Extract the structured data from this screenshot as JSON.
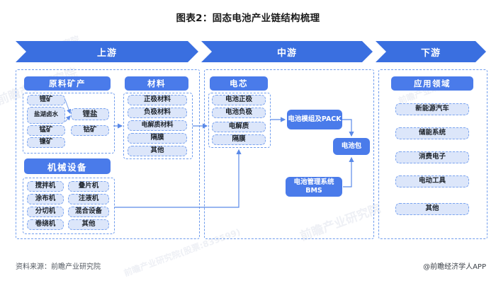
{
  "chart_data": {
    "type": "diagram",
    "title": "图表2：固态电池产业链结构梳理",
    "stages": [
      "上游",
      "中游",
      "下游"
    ],
    "nodes": {
      "upstream": [
        "原料矿产",
        "锂矿",
        "盐湖卤水",
        "锰矿",
        "镍矿",
        "锂盐",
        "钴矿",
        "机械设备",
        "搅拌机",
        "涂布机",
        "分切机",
        "卷绕机",
        "叠片机",
        "注液机",
        "混合设备",
        "其他"
      ],
      "midstream": [
        "材料",
        "正极材料",
        "负极材料",
        "电解质材料",
        "隔膜",
        "其他",
        "电芯",
        "电池正极",
        "电池负极",
        "电解质",
        "隔膜",
        "电池模组及PACK",
        "电池包",
        "电池管理系统BMS"
      ],
      "downstream": [
        "应用领域",
        "新能源汽车",
        "储能系统",
        "消费电子",
        "电动工具",
        "其他"
      ]
    },
    "edges": [
      [
        "锂矿",
        "锂盐"
      ],
      [
        "盐湖卤水",
        "锂盐"
      ],
      [
        "原料矿产",
        "材料"
      ],
      [
        "材料",
        "电芯"
      ],
      [
        "机械设备",
        "电芯"
      ],
      [
        "电芯",
        "电池模组及PACK"
      ],
      [
        "电池模组及PACK",
        "电池包"
      ],
      [
        "电池管理系统BMS",
        "电池包"
      ]
    ]
  },
  "title": "图表2：固态电池产业链结构梳理",
  "stages": {
    "upstream": "上游",
    "midstream": "中游",
    "downstream": "下游"
  },
  "upstream": {
    "minerals": {
      "header": "原料矿产",
      "items": [
        {
          "label": "锂矿"
        },
        {
          "label": "盐湖卤水"
        },
        {
          "label": "锰矿"
        },
        {
          "label": "镍矿"
        },
        {
          "label": "锂盐"
        },
        {
          "label": "钴矿"
        }
      ]
    },
    "machinery": {
      "header": "机械设备",
      "items": [
        {
          "label": "搅拌机"
        },
        {
          "label": "涂布机"
        },
        {
          "label": "分切机"
        },
        {
          "label": "卷绕机"
        },
        {
          "label": "叠片机"
        },
        {
          "label": "注液机"
        },
        {
          "label": "混合设备"
        },
        {
          "label": "其他"
        }
      ]
    }
  },
  "midstream": {
    "materials": {
      "header": "材料",
      "items": [
        {
          "label": "正极材料"
        },
        {
          "label": "负极材料"
        },
        {
          "label": "电解质材料"
        },
        {
          "label": "隔膜"
        },
        {
          "label": "其他"
        }
      ]
    },
    "cell": {
      "header": "电芯",
      "items": [
        {
          "label": "电池正极"
        },
        {
          "label": "电池负极"
        },
        {
          "label": "电解质"
        },
        {
          "label": "隔膜"
        }
      ]
    },
    "process": [
      {
        "label": "电池模组及PACK"
      },
      {
        "label": "电池包"
      },
      {
        "label": "电池管理系统BMS"
      }
    ]
  },
  "downstream": {
    "applications": {
      "header": "应用领域",
      "items": [
        {
          "label": "新能源汽车"
        },
        {
          "label": "储能系统"
        },
        {
          "label": "消费电子"
        },
        {
          "label": "电动工具"
        },
        {
          "label": "其他"
        }
      ]
    }
  },
  "footer": {
    "source": "资料来源：前瞻产业研究院",
    "credit": "@前瞻经济学人APP"
  },
  "watermark": {
    "text": "前瞻产业研究院",
    "text2": "前瞻产业研究院(股票:839599)"
  },
  "colors": {
    "brand_blue": "#4a7bea",
    "stage_blue": "#3a6fe0",
    "pill_fill": "#dce6fa",
    "dash_border": "#6f9ced"
  }
}
